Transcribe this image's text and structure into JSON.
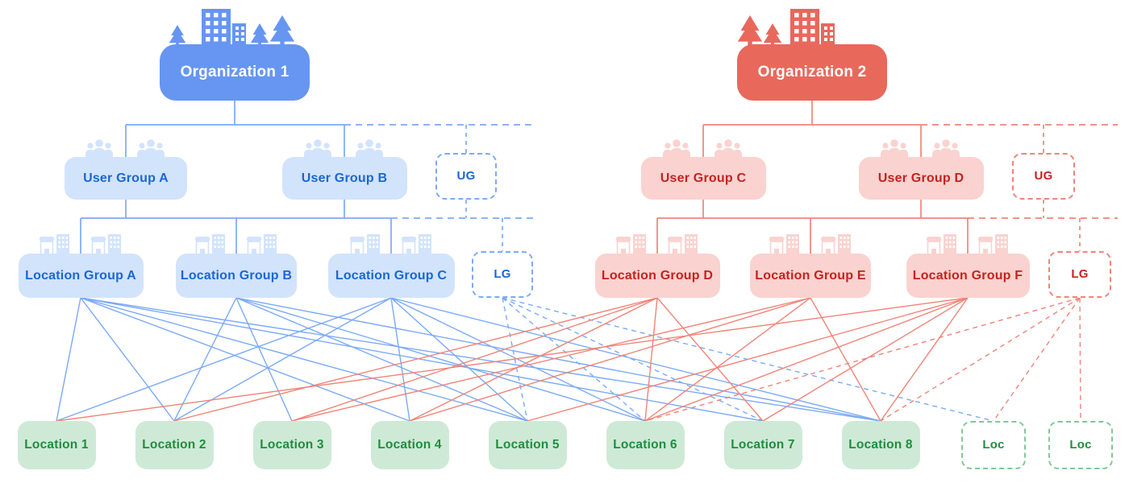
{
  "colors": {
    "blue_primary": "#6696F2",
    "blue_light": "#D2E3FC",
    "blue_text": "#1967D2",
    "blue_line": "#7BAAF7",
    "red_primary": "#E8685C",
    "red_light": "#FAD2CF",
    "red_text": "#C5221F",
    "red_line": "#F08478",
    "green_light": "#CEEAD6",
    "green_text": "#1E8E3E",
    "green_border": "#81C995",
    "background": "#FFFFFF"
  },
  "diagram": {
    "organizations": [
      {
        "id": "org1",
        "label": "Organization 1",
        "scheme": "blue"
      },
      {
        "id": "org2",
        "label": "Organization 2",
        "scheme": "red"
      }
    ],
    "user_groups": [
      {
        "id": "ugA",
        "label": "User Group A",
        "scheme": "blue",
        "dashed": false,
        "org": "org1"
      },
      {
        "id": "ugB",
        "label": "User Group B",
        "scheme": "blue",
        "dashed": false,
        "org": "org1"
      },
      {
        "id": "ugX",
        "label": "UG",
        "scheme": "blue",
        "dashed": true,
        "org": "org1"
      },
      {
        "id": "ugC",
        "label": "User Group C",
        "scheme": "red",
        "dashed": false,
        "org": "org2"
      },
      {
        "id": "ugD",
        "label": "User Group D",
        "scheme": "red",
        "dashed": false,
        "org": "org2"
      },
      {
        "id": "ugY",
        "label": "UG",
        "scheme": "red",
        "dashed": true,
        "org": "org2"
      }
    ],
    "location_groups": [
      {
        "id": "lgA",
        "label": "Location Group A",
        "scheme": "blue",
        "dashed": false,
        "org": "org1"
      },
      {
        "id": "lgB",
        "label": "Location Group B",
        "scheme": "blue",
        "dashed": false,
        "org": "org1"
      },
      {
        "id": "lgC",
        "label": "Location Group C",
        "scheme": "blue",
        "dashed": false,
        "org": "org1"
      },
      {
        "id": "lgX",
        "label": "LG",
        "scheme": "blue",
        "dashed": true,
        "org": "org1"
      },
      {
        "id": "lgD",
        "label": "Location Group D",
        "scheme": "red",
        "dashed": false,
        "org": "org2"
      },
      {
        "id": "lgE",
        "label": "Location Group E",
        "scheme": "red",
        "dashed": false,
        "org": "org2"
      },
      {
        "id": "lgF",
        "label": "Location Group F",
        "scheme": "red",
        "dashed": false,
        "org": "org2"
      },
      {
        "id": "lgY",
        "label": "LG",
        "scheme": "red",
        "dashed": true,
        "org": "org2"
      }
    ],
    "locations": [
      {
        "id": "l1",
        "label": "Location 1",
        "dashed": false
      },
      {
        "id": "l2",
        "label": "Location 2",
        "dashed": false
      },
      {
        "id": "l3",
        "label": "Location 3",
        "dashed": false
      },
      {
        "id": "l4",
        "label": "Location 4",
        "dashed": false
      },
      {
        "id": "l5",
        "label": "Location 5",
        "dashed": false
      },
      {
        "id": "l6",
        "label": "Location 6",
        "dashed": false
      },
      {
        "id": "l7",
        "label": "Location 7",
        "dashed": false
      },
      {
        "id": "l8",
        "label": "Location 8",
        "dashed": false
      },
      {
        "id": "x1",
        "label": "Loc",
        "dashed": true
      },
      {
        "id": "x2",
        "label": "Loc",
        "dashed": true
      }
    ],
    "assignments": [
      {
        "from": "lgA",
        "to": [
          "l1",
          "l2",
          "l4",
          "l5",
          "l7",
          "l8"
        ]
      },
      {
        "from": "lgB",
        "to": [
          "l2",
          "l3",
          "l5",
          "l6",
          "l8"
        ]
      },
      {
        "from": "lgC",
        "to": [
          "l1",
          "l2",
          "l4",
          "l5",
          "l6",
          "l8"
        ]
      },
      {
        "from": "lgX",
        "to": [
          "l5",
          "l6",
          "l7",
          "x1"
        ]
      },
      {
        "from": "lgD",
        "to": [
          "l2",
          "l3",
          "l4",
          "l6",
          "l7"
        ]
      },
      {
        "from": "lgE",
        "to": [
          "l3",
          "l4",
          "l6",
          "l8"
        ]
      },
      {
        "from": "lgF",
        "to": [
          "l1",
          "l5",
          "l6",
          "l7",
          "l8"
        ]
      },
      {
        "from": "lgY",
        "to": [
          "l6",
          "l8",
          "x1",
          "x2"
        ]
      }
    ]
  }
}
